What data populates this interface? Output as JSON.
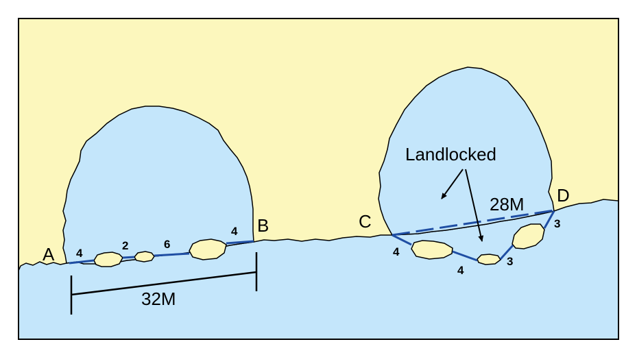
{
  "colors": {
    "land": "#fcf7bd",
    "water": "#c4e6fb",
    "boundary": "#1f4ea3",
    "outline": "#000000"
  },
  "points": {
    "a": "A",
    "b": "B",
    "c": "C",
    "d": "D"
  },
  "left_bay": {
    "segment_widths": [
      "4",
      "2",
      "6",
      "4"
    ],
    "closing_distance": "32M"
  },
  "right_bay": {
    "segment_widths": [
      "4",
      "4",
      "3",
      "3"
    ],
    "closing_distance": "28M",
    "annotation": "Landlocked"
  }
}
